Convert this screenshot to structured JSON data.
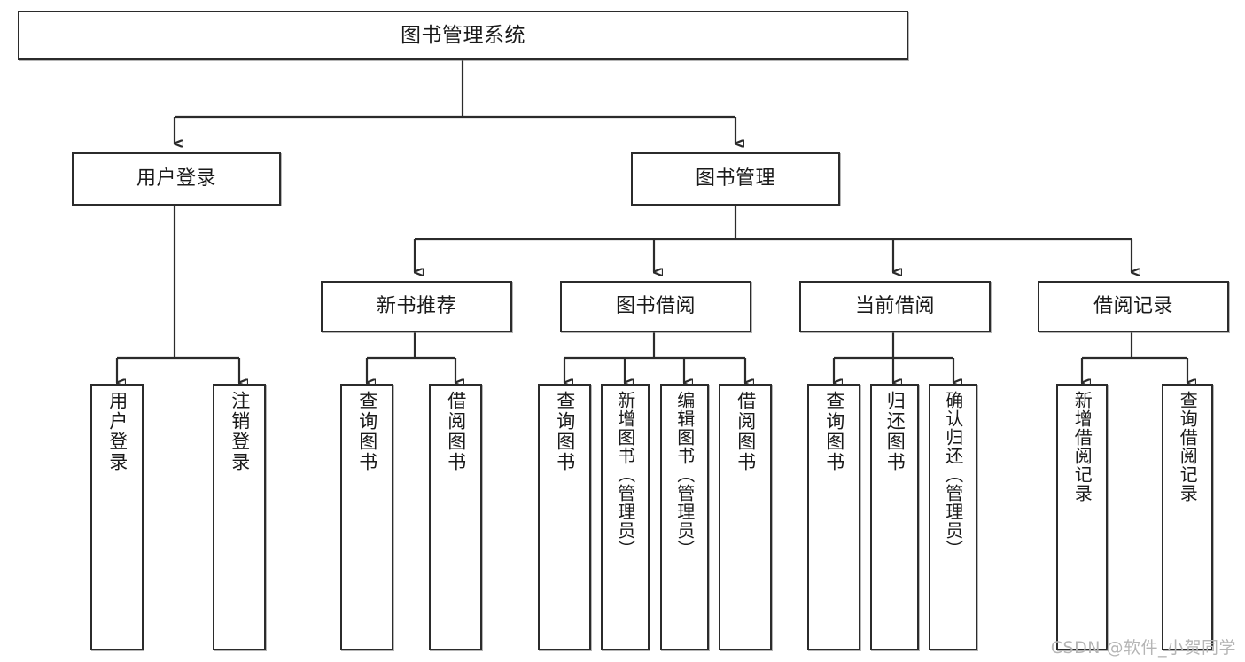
{
  "diagram": {
    "type": "tree",
    "title": "图书管理系统",
    "watermark": "CSDN @软件_小贺同学",
    "colors": {
      "node_border": "#2b2b2b",
      "node_fill": "#ffffff",
      "connector": "#2b2b2b",
      "background": "#ffffff",
      "watermark": "#b5b5b5"
    },
    "levels": {
      "level1": [
        {
          "id": "root",
          "label": "图书管理系统"
        }
      ],
      "level2": [
        {
          "id": "login",
          "label": "用户登录"
        },
        {
          "id": "bookmgmt",
          "label": "图书管理"
        }
      ],
      "level3": [
        {
          "id": "newbook",
          "label": "新书推荐",
          "parent": "bookmgmt"
        },
        {
          "id": "borrow",
          "label": "图书借阅",
          "parent": "bookmgmt"
        },
        {
          "id": "current",
          "label": "当前借阅",
          "parent": "bookmgmt"
        },
        {
          "id": "record",
          "label": "借阅记录",
          "parent": "bookmgmt"
        }
      ],
      "leaves": [
        {
          "id": "leaf-user-login",
          "label": "用户登录",
          "parent": "login"
        },
        {
          "id": "leaf-user-logout",
          "label": "注销登录",
          "parent": "login"
        },
        {
          "id": "leaf-nb-query",
          "label": "查询图书",
          "parent": "newbook"
        },
        {
          "id": "leaf-nb-borrow",
          "label": "借阅图书",
          "parent": "newbook"
        },
        {
          "id": "leaf-bb-query",
          "label": "查询图书",
          "parent": "borrow"
        },
        {
          "id": "leaf-bb-add",
          "label": "新增图书（管理员）",
          "parent": "borrow"
        },
        {
          "id": "leaf-bb-edit",
          "label": "编辑图书（管理员）",
          "parent": "borrow"
        },
        {
          "id": "leaf-bb-borrow",
          "label": "借阅图书",
          "parent": "borrow"
        },
        {
          "id": "leaf-cu-query",
          "label": "查询图书",
          "parent": "current"
        },
        {
          "id": "leaf-cu-return",
          "label": "归还图书",
          "parent": "current"
        },
        {
          "id": "leaf-cu-confirm",
          "label": "确认归还（管理员）",
          "parent": "current"
        },
        {
          "id": "leaf-rc-add",
          "label": "新增借阅记录",
          "parent": "record"
        },
        {
          "id": "leaf-rc-query",
          "label": "查询借阅记录",
          "parent": "record"
        }
      ]
    }
  }
}
